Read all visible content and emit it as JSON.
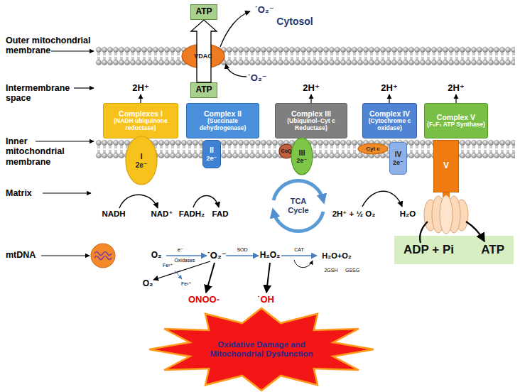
{
  "diagram": {
    "nodes": [
      {
        "text": [
          "ATP"
        ]
      },
      {
        "text": [
          "VDAC"
        ]
      },
      {
        "text": [
          "ATP"
        ]
      },
      {
        "text": [
          "Complexes I",
          "(NADH ubiquinone reductase)"
        ]
      },
      {
        "text": [
          "Complex II",
          "(Succinate dehydrogenase)"
        ]
      },
      {
        "text": [
          "Complex III",
          "(Ubiquinol–Cyt c Reductase)"
        ]
      },
      {
        "text": [
          "Complex IV",
          "(Cytochrome c oxidase)"
        ]
      },
      {
        "text": [
          "Complex V",
          "(F₀F₁ ATP Synthase)"
        ]
      },
      {
        "text": [
          "I",
          "2e⁻"
        ]
      },
      {
        "text": [
          "II",
          "2e⁻"
        ]
      },
      {
        "text": [
          "CoQ"
        ]
      },
      {
        "text": [
          "III",
          "2e⁻"
        ]
      },
      {
        "text": [
          "Cyt c"
        ]
      },
      {
        "text": [
          "IV",
          "2e⁻"
        ]
      },
      {
        "text": [
          "V"
        ]
      },
      {
        "text": [
          "ADP + Pi",
          "ATP"
        ]
      },
      {
        "text": [
          "Oxidative Damage and Mitochondrial Dysfunction"
        ]
      }
    ],
    "edges": [
      {
        "from": 2,
        "to": 0,
        "arrow": "to"
      }
    ],
    "labels": [
      "Cytosol",
      "Outer mitochondrial membrane",
      "Intermembrane space",
      "Inner mitochondrial membrane",
      "Matrix",
      "mtDNA",
      "˙O₂⁻",
      "˙O₂⁻",
      "2H⁺",
      "2H⁺",
      "2H⁺",
      "2H⁺",
      "NADH",
      "NAD⁺",
      "FADH₂",
      "FAD",
      "TCA Cycle",
      "2H⁺ + ½ O₂",
      "H₂O",
      "O₂",
      "e⁻",
      "Oxidases",
      "Fe²⁺",
      "˙O₂⁻",
      "SOD",
      "H₂O₂",
      "CAT",
      "H₂O+O₂",
      "2GSH",
      "GSSG",
      "O₂",
      "Fe³⁺",
      "ONOO-",
      "˙OH"
    ]
  }
}
